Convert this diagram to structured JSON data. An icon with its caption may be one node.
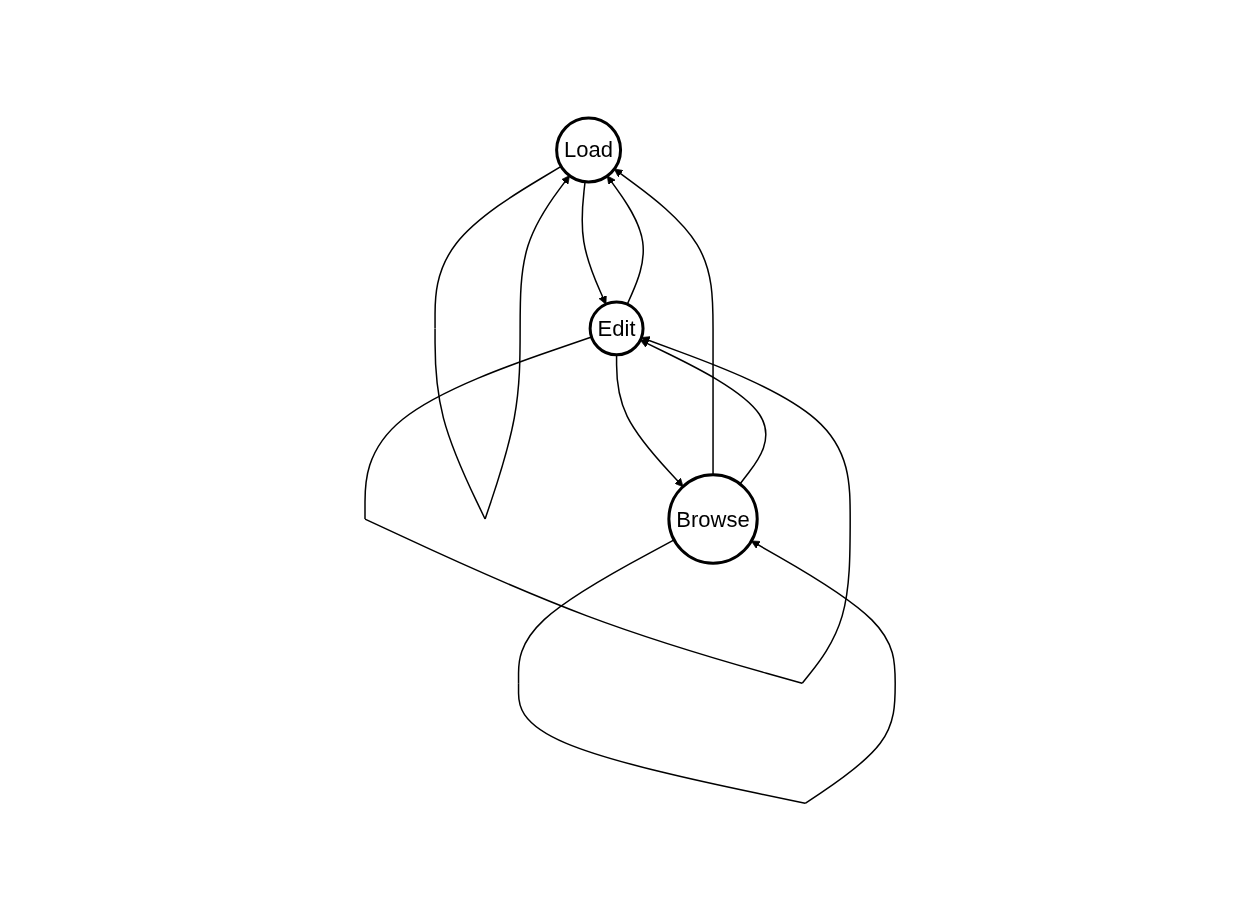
{
  "diagram": {
    "nodes": [
      {
        "text": [
          "Load"
        ]
      },
      {
        "text": [
          "Browse"
        ]
      },
      {
        "text": [
          "Edit"
        ]
      }
    ],
    "edges": [
      {
        "from": 0,
        "to": 0,
        "arrow": "to"
      },
      {
        "from": 1,
        "to": 0,
        "arrow": "to"
      },
      {
        "from": 2,
        "to": 0,
        "arrow": "to"
      },
      {
        "from": 0,
        "to": 2,
        "arrow": "to"
      },
      {
        "from": 1,
        "to": 2,
        "arrow": "to"
      },
      {
        "from": 2,
        "to": 1,
        "arrow": "to"
      },
      {
        "from": 1,
        "to": 1,
        "arrow": "to"
      },
      {
        "from": 2,
        "to": 2,
        "arrow": "to"
      }
    ]
  }
}
